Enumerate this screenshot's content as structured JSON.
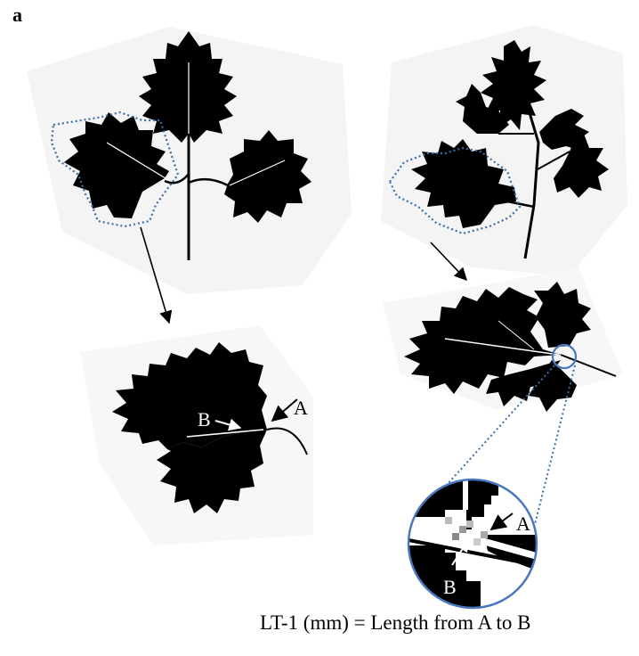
{
  "figure": {
    "panel_label": "a",
    "caption": "LT-1 (mm) = Length from A to B",
    "point_a": "A",
    "point_b": "B"
  },
  "colors": {
    "leaf": "#000000",
    "selection_outline": "#3a6ea5",
    "zoom_circle": "#4a78c0",
    "photo_background": "#f4f4f4"
  }
}
